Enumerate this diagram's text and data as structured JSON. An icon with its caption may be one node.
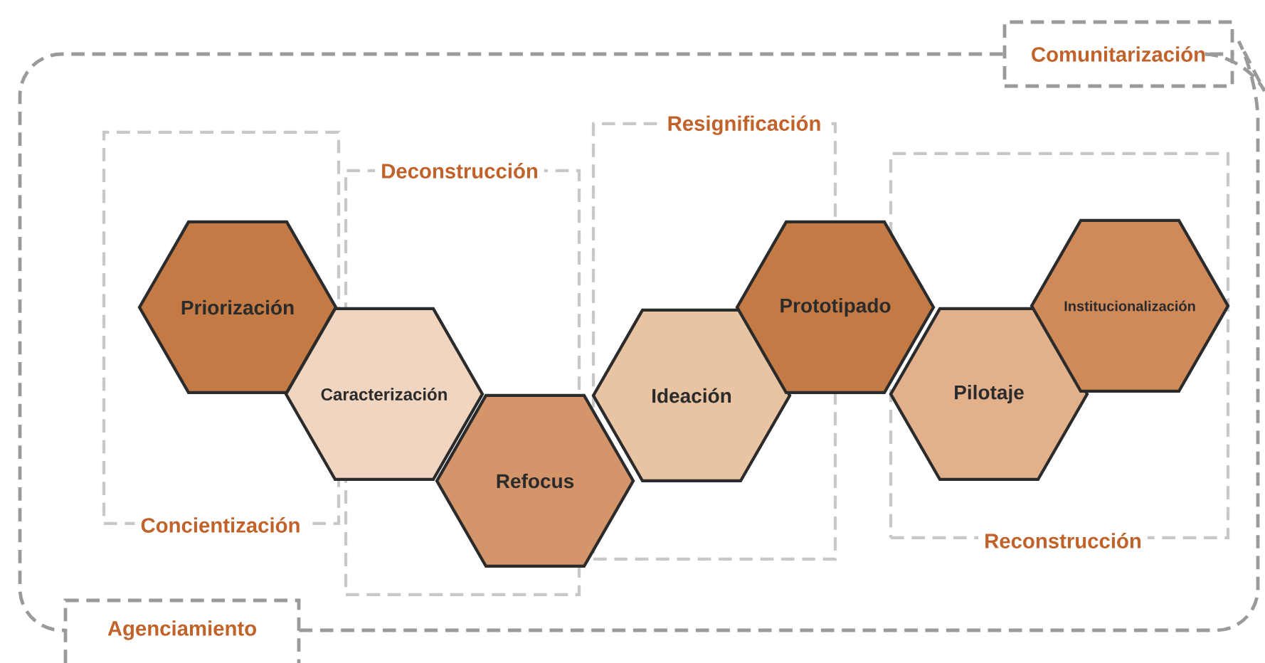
{
  "diagram": {
    "nodes": [
      {
        "text": [
          "Comunitarización"
        ]
      },
      {
        "text": [
          "Concientización"
        ]
      },
      {
        "text": [
          "Priorización"
        ],
        "in": 1
      },
      {
        "text": [
          "Deconstrucción"
        ]
      },
      {
        "text": [
          "Caracterización"
        ]
      },
      {
        "text": [
          "Refocus"
        ]
      },
      {
        "text": [
          "Resignificación"
        ]
      },
      {
        "text": [
          "Ideación"
        ],
        "in": 6
      },
      {
        "text": [
          "Prototipado"
        ]
      },
      {
        "text": [
          "Reconstrucción"
        ]
      },
      {
        "text": [
          "Pilotaje"
        ],
        "in": 9
      },
      {
        "text": [
          "Institucionalización"
        ],
        "in": 9
      },
      {
        "text": [
          "Agenciamiento"
        ]
      }
    ],
    "edges": [
      {
        "from": 12,
        "to": 0,
        "arrow": "none",
        "style": "dashed"
      },
      {
        "from": 0,
        "to": 12,
        "arrow": "none",
        "style": "dashed"
      }
    ]
  }
}
